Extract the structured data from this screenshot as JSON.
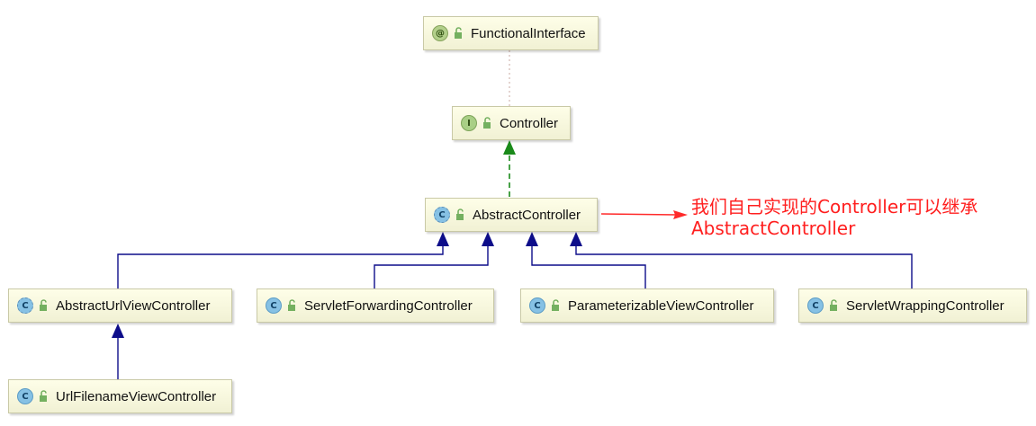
{
  "nodes": {
    "functional_interface": "FunctionalInterface",
    "controller": "Controller",
    "abstract_controller": "AbstractController",
    "abstract_url_view_controller": "AbstractUrlViewController",
    "servlet_forwarding_controller": "ServletForwardingController",
    "parameterizable_view_controller": "ParameterizableViewController",
    "servlet_wrapping_controller": "ServletWrappingController",
    "url_filename_view_controller": "UrlFilenameViewController"
  },
  "badges": {
    "annotation": "@",
    "interface": "I",
    "class": "C"
  },
  "annotation": {
    "line1": "我们自己实现的Controller可以继承",
    "line2": "AbstractController"
  },
  "icons": {
    "type_badge": "type-badge-icon",
    "visibility": "unlocked-padlock-icon"
  },
  "colors": {
    "inherit_edge": "#0d0d8a",
    "implement_edge": "#1a8a1a",
    "annotated_edge": "#c9a8a0",
    "note_text": "#ff1f1f",
    "node_fill": "#fafadc",
    "node_border": "#c9c9a6"
  }
}
